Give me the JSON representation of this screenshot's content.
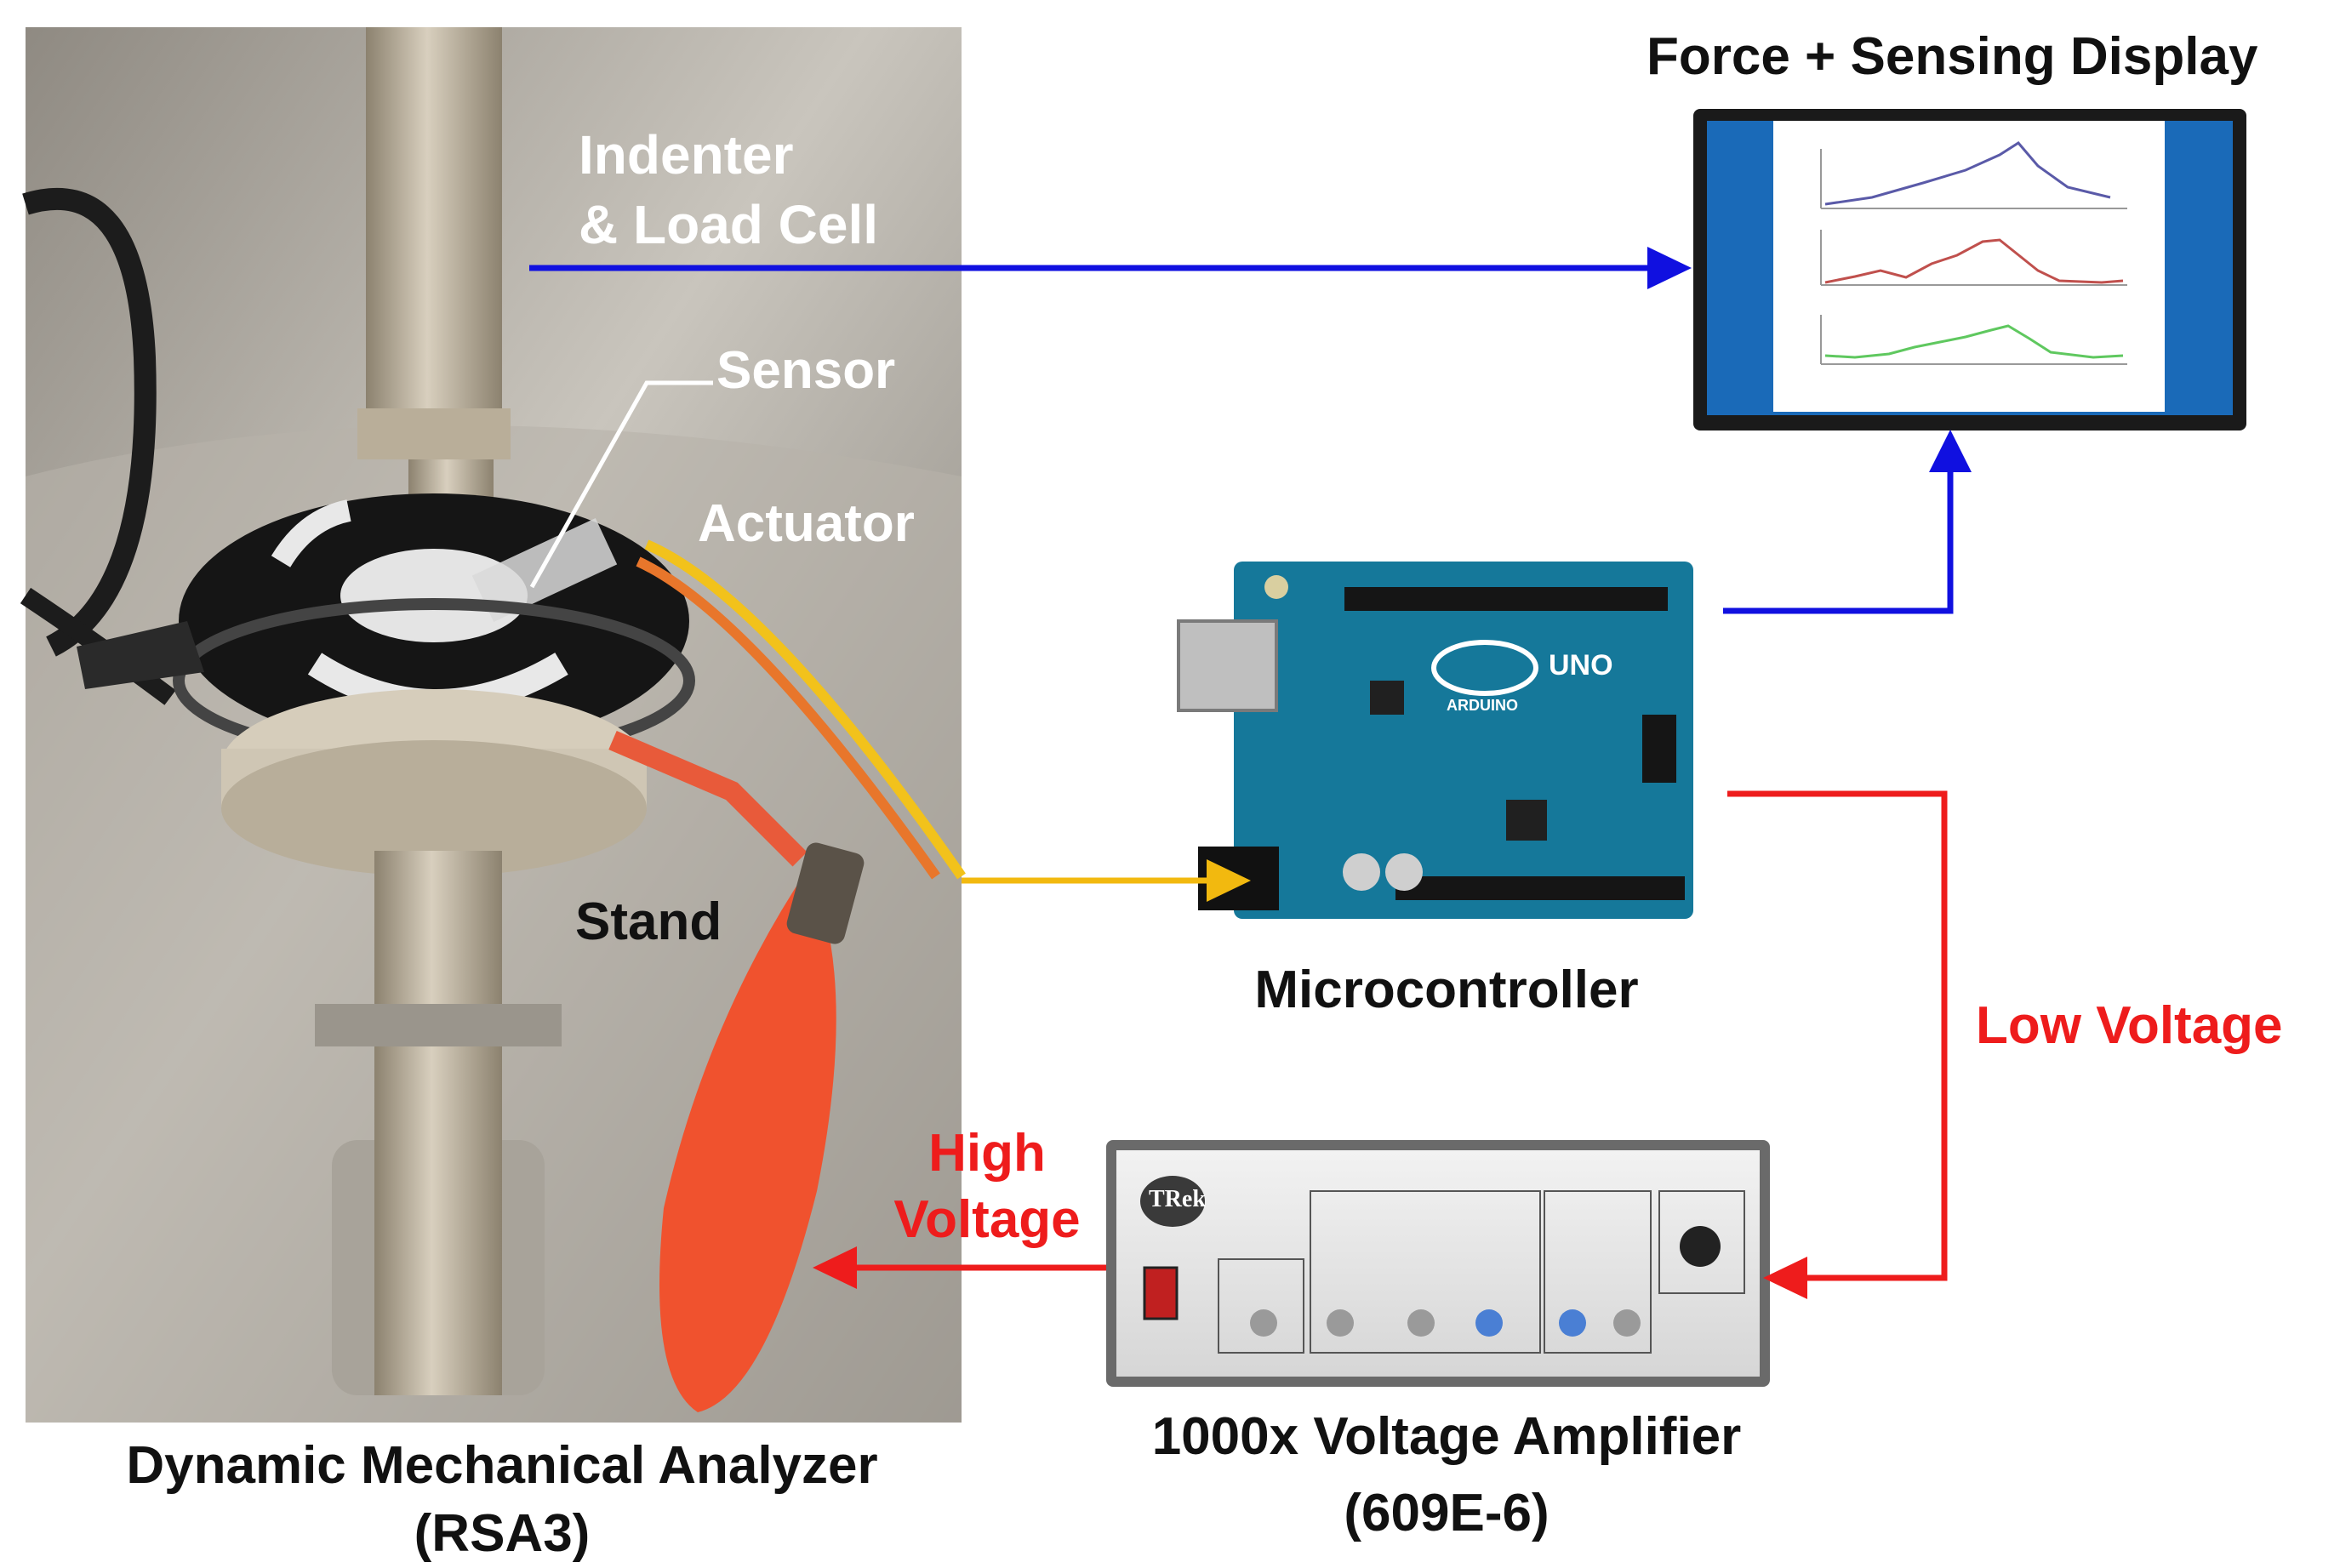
{
  "photo": {
    "labels": {
      "indenter_line1": "Indenter",
      "indenter_line2": "& Load Cell",
      "sensor": "Sensor",
      "actuator": "Actuator",
      "stand": "Stand"
    },
    "caption_line1": "Dynamic Mechanical Analyzer",
    "caption_line2": "(RSA3)"
  },
  "display": {
    "title": "Force + Sensing Display",
    "plot_colors": [
      "#5a5aa8",
      "#c0504d",
      "#5fc85f"
    ]
  },
  "microcontroller": {
    "caption": "Microcontroller",
    "board_logo": "UNO",
    "board_brand": "ARDUINO"
  },
  "amplifier": {
    "caption_line1": "1000x Voltage Amplifier",
    "caption_line2": "(609E-6)",
    "panel_logo": "TRek"
  },
  "connections": {
    "low_voltage": "Low Voltage",
    "high_voltage_line1": "High",
    "high_voltage_line2": "Voltage"
  },
  "colors": {
    "blue_arrow": "#1010e0",
    "red_arrow": "#ee1c1c",
    "yellow_arrow": "#f2b90f",
    "screen_blue": "#1a6ab8",
    "board_teal": "#15789a"
  }
}
